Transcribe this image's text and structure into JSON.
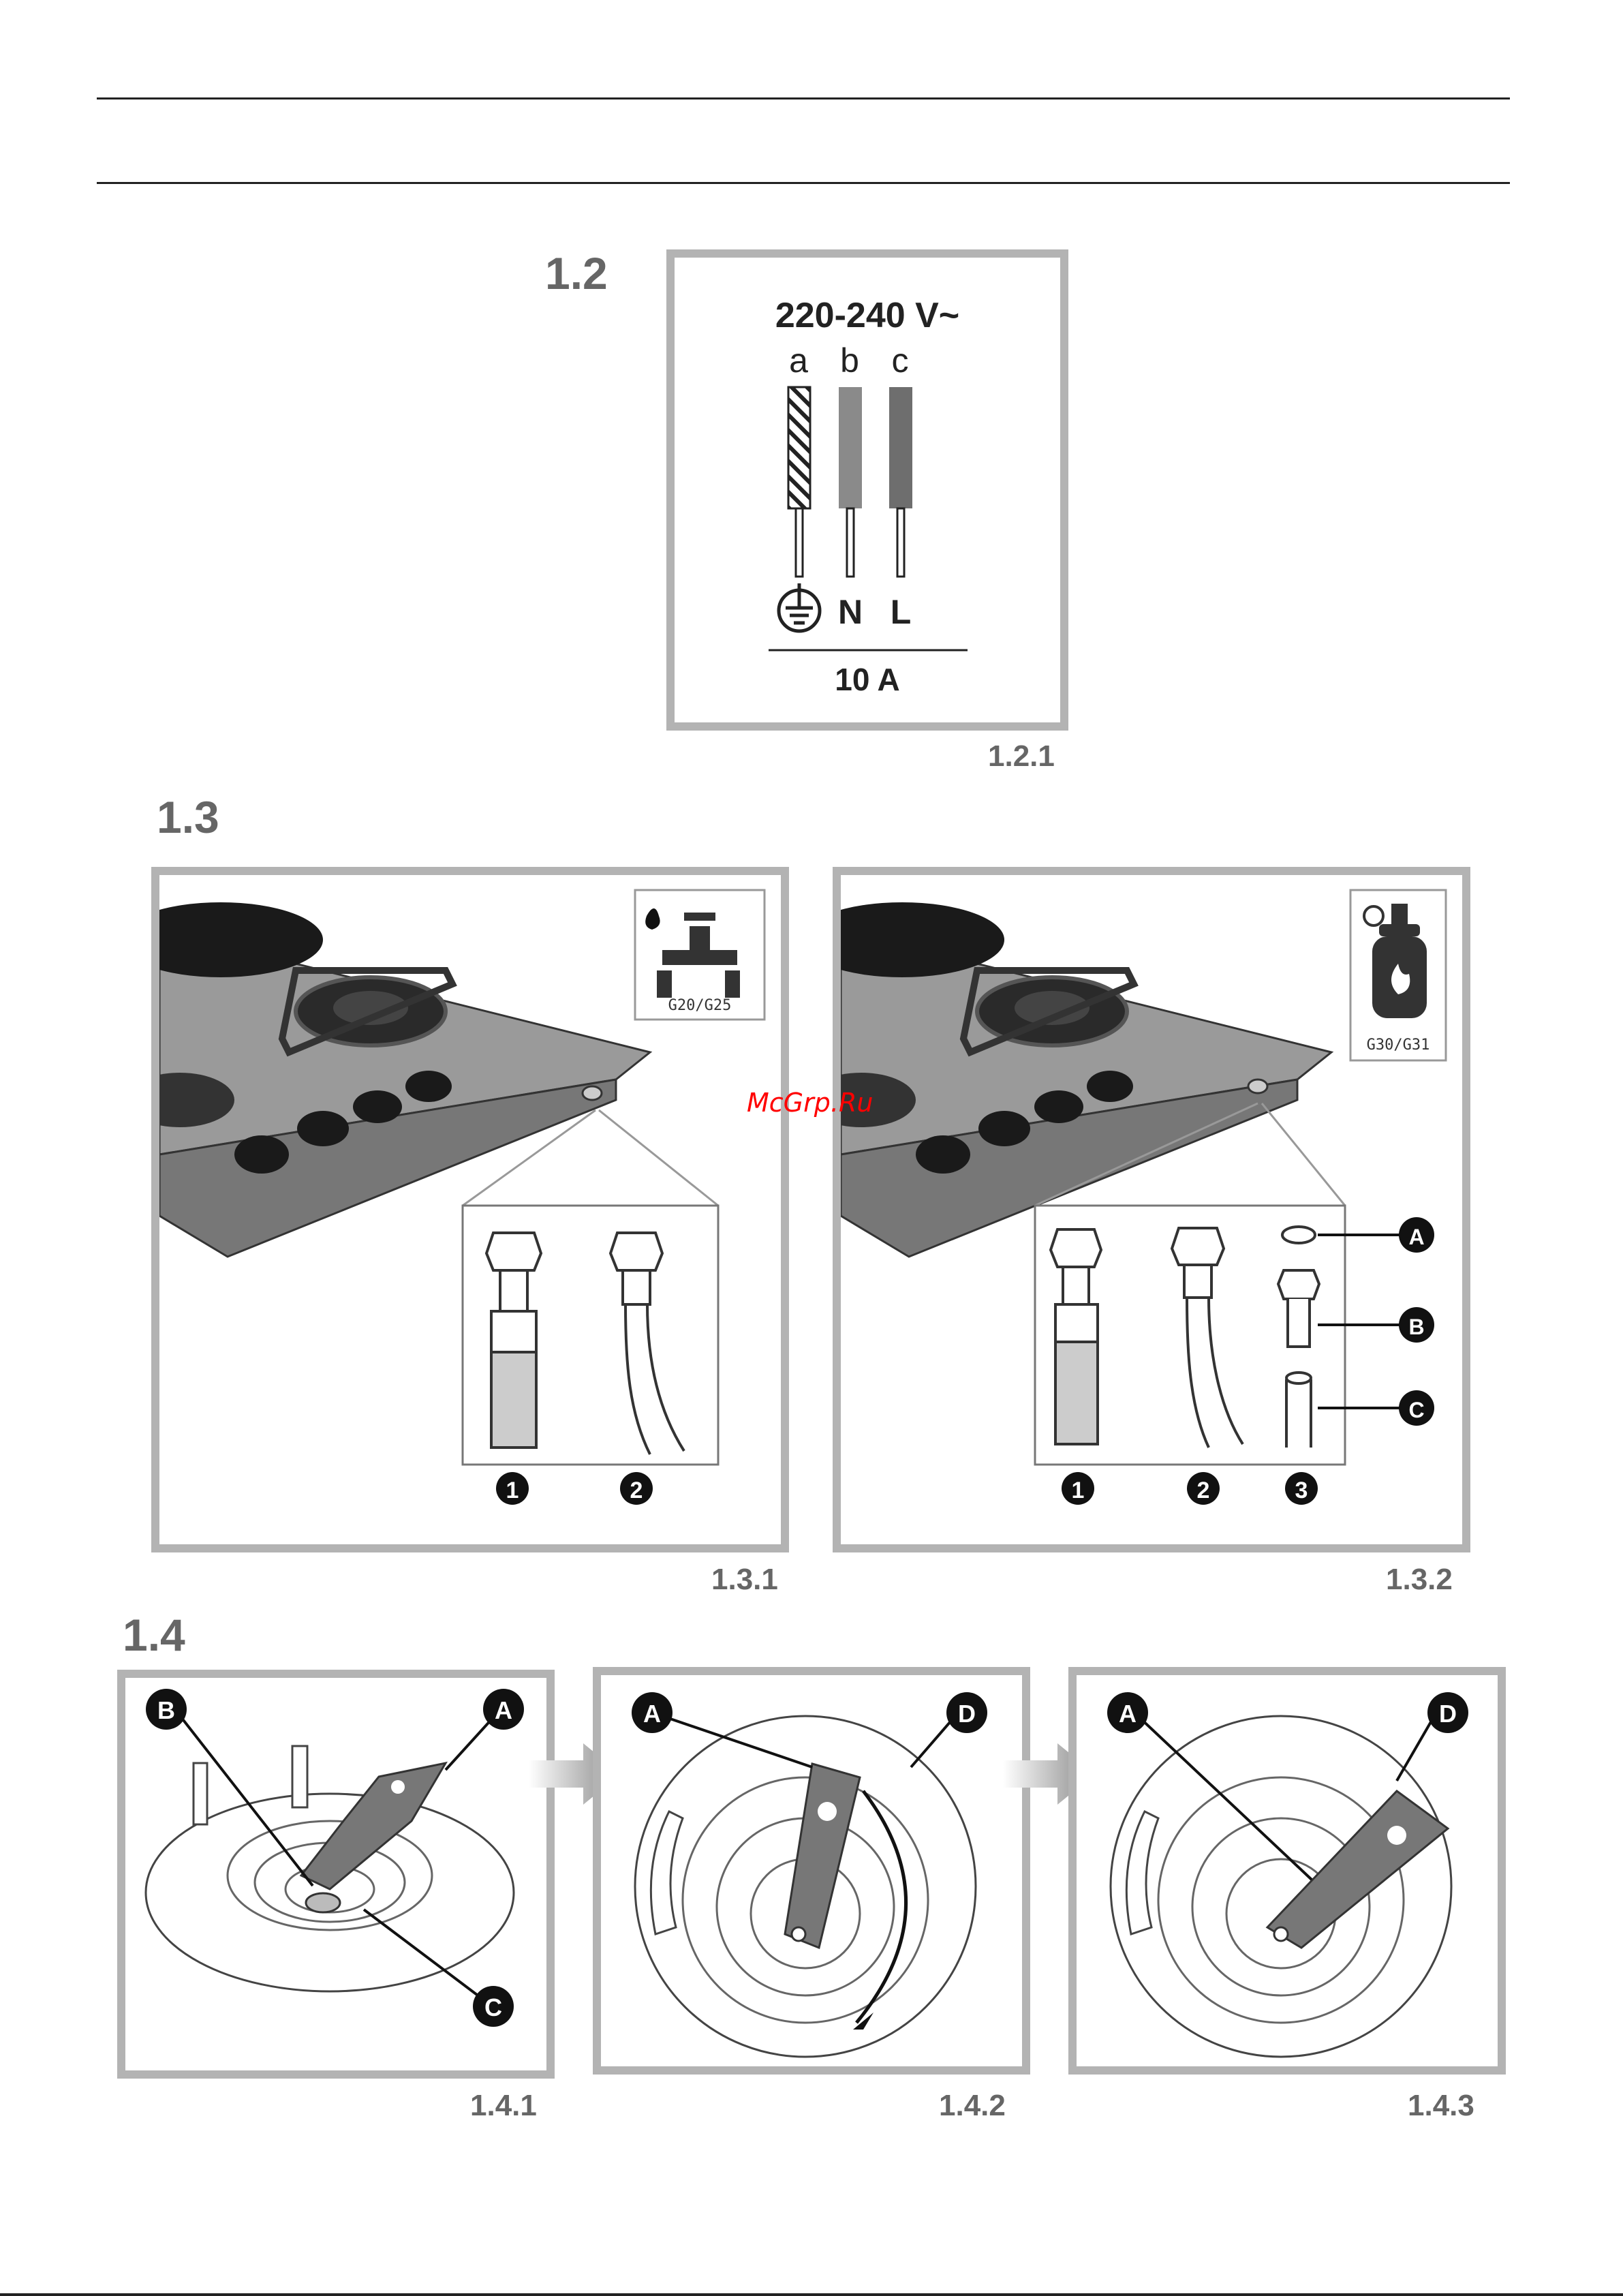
{
  "section_1_2": {
    "number": "1.2",
    "figure_label": "1.2.1",
    "voltage": "220-240 V~",
    "wire_letters": [
      "a",
      "b",
      "c"
    ],
    "terminals": [
      "N",
      "L"
    ],
    "current": "10 A",
    "icons": [
      "earth-ground-icon"
    ]
  },
  "section_1_3": {
    "number": "1.3",
    "figures": [
      {
        "label": "1.3.1",
        "gas_badge": "G20/G25",
        "badge_icon": "gas-tap-icon",
        "parts": [
          "1",
          "2"
        ]
      },
      {
        "label": "1.3.2",
        "gas_badge": "G30/G31",
        "badge_icon": "gas-bottle-icon",
        "parts": [
          "1",
          "2",
          "3"
        ],
        "callouts": [
          "A",
          "B",
          "C"
        ]
      }
    ]
  },
  "section_1_4": {
    "number": "1.4",
    "figures": [
      {
        "label": "1.4.1",
        "callouts": [
          "A",
          "B",
          "C"
        ]
      },
      {
        "label": "1.4.2",
        "callouts": [
          "A",
          "D"
        ]
      },
      {
        "label": "1.4.3",
        "callouts": [
          "A",
          "D"
        ]
      }
    ]
  },
  "watermark": "McGrp.Ru",
  "colors": {
    "frame": "#b3b3b3",
    "label_text": "#666666",
    "wire_grey": "#8a8a8a",
    "wire_dark": "#6e6e6e",
    "watermark": "#ff0000"
  }
}
